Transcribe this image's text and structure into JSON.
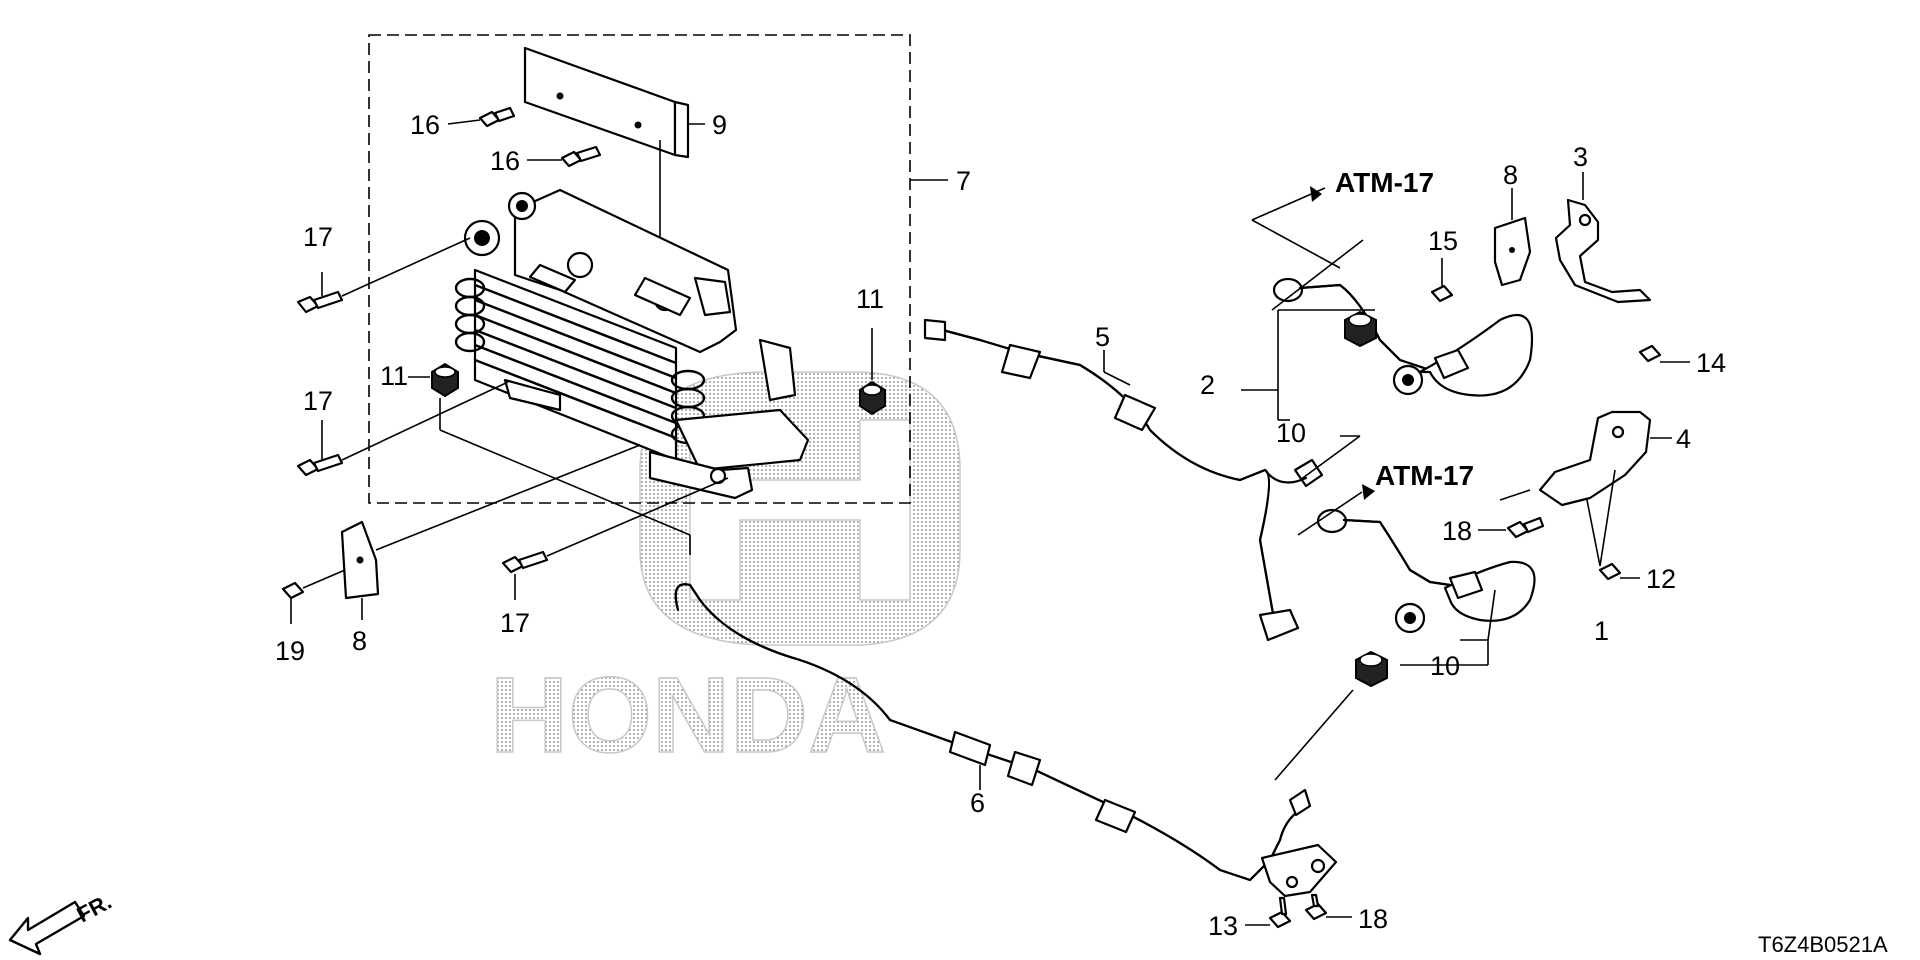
{
  "diagram": {
    "code": "T6Z4B0521A",
    "direction_label": "FR.",
    "watermark": "HONDA",
    "references": [
      "ATM-17",
      "ATM-17"
    ],
    "callouts": {
      "c1": "1",
      "c2": "2",
      "c3": "3",
      "c4": "4",
      "c5": "5",
      "c6": "6",
      "c7": "7",
      "c8a": "8",
      "c8b": "8",
      "c9": "9",
      "c10a": "10",
      "c10b": "10",
      "c11a": "11",
      "c11b": "11",
      "c12": "12",
      "c13": "13",
      "c14": "14",
      "c15": "15",
      "c16a": "16",
      "c16b": "16",
      "c17a": "17",
      "c17b": "17",
      "c17c": "17",
      "c18a": "18",
      "c18b": "18",
      "c19": "19"
    }
  }
}
